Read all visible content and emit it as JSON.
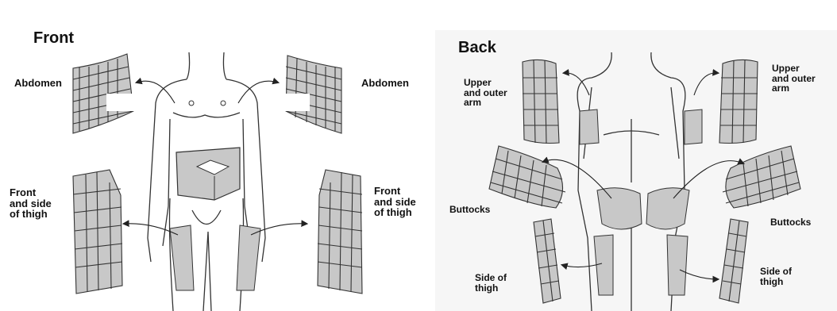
{
  "front": {
    "title": "Front",
    "abdomen_left": "Abdomen",
    "abdomen_right": "Abdomen",
    "thigh_left": "Front\nand side\nof thigh",
    "thigh_right": "Front\nand side\nof thigh"
  },
  "back": {
    "title": "Back",
    "arm_left": "Upper\nand outer\narm",
    "arm_right": "Upper\nand outer\narm",
    "buttocks_left": "Buttocks",
    "buttocks_right": "Buttocks",
    "thigh_left": "Side of\nthigh",
    "thigh_right": "Side of\nthigh"
  },
  "colors": {
    "site_fill": "#c8c8c8",
    "outline": "#222222",
    "panel_bg": "#f4f4f4"
  }
}
